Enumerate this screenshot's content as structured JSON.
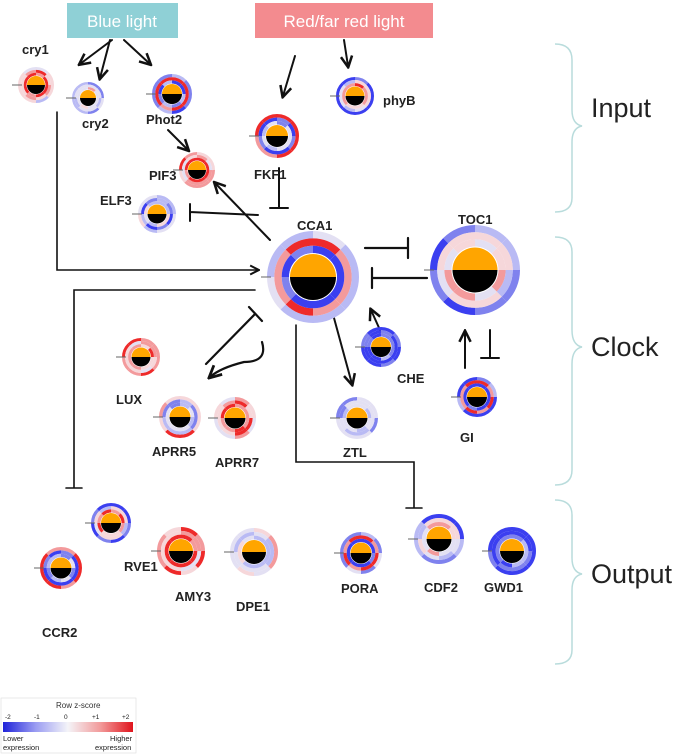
{
  "title_boxes": {
    "blue": {
      "label": "Blue light",
      "color": "#8fd0d6"
    },
    "red": {
      "label": "Red/far red light",
      "color": "#f38b8f"
    }
  },
  "sections": {
    "input": "Input",
    "clock": "Clock",
    "output": "Output"
  },
  "genes": {
    "cry1": "cry1",
    "cry2": "cry2",
    "phot2": "Phot2",
    "phyB": "phyB",
    "fkf1": "FKF1",
    "pif3": "PIF3",
    "elf3": "ELF3",
    "cca1": "CCA1",
    "toc1": "TOC1",
    "che": "CHE",
    "lux": "LUX",
    "aprr5": "APRR5",
    "aprr7": "APRR7",
    "ztl": "ZTL",
    "gi": "GI",
    "rve1": "RVE1",
    "ccr2": "CCR2",
    "amy3": "AMY3",
    "dpe1": "DPE1",
    "pora": "PORA",
    "cdf2": "CDF2",
    "gwd1": "GWD1"
  },
  "legend": {
    "title": "Row z-score",
    "ticks": [
      "-2",
      "-1",
      "0",
      "+1",
      "+2"
    ],
    "low_label_1": "Lower",
    "low_label_2": "expression",
    "high_label_1": "Higher",
    "high_label_2": "expression",
    "colors": [
      "#1f22d9",
      "#9a9cf2",
      "#f2f2f6",
      "#f29a9a",
      "#e0141c"
    ]
  },
  "colors": {
    "day": "#ffa500",
    "night": "#000000",
    "low": "#3b3ff0",
    "high": "#ee2a2a",
    "mid": "#f3eef3"
  }
}
